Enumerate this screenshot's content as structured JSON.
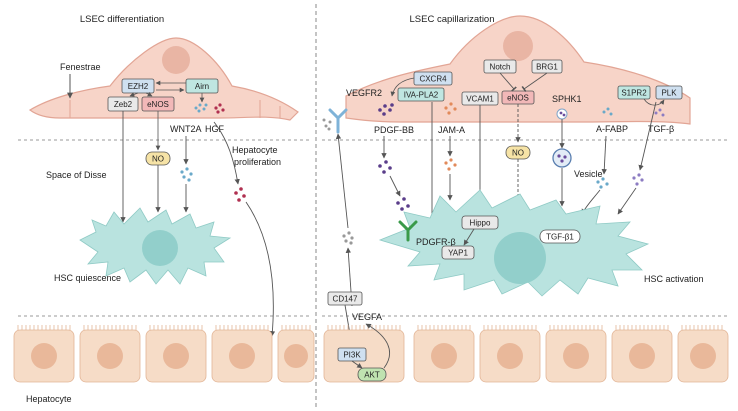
{
  "panels": {
    "left_title": "LSEC differentiation",
    "right_title": "LSEC capillarization"
  },
  "labels": {
    "fenestrae": "Fenestrae",
    "space_of_disse": "Space of Disse",
    "hsc_quiescence": "HSC quiescence",
    "hsc_activation": "HSC activation",
    "hepatocyte": "Hepatocyte",
    "hepatocyte_proliferation_1": "Hepatocyte",
    "hepatocyte_proliferation_2": "proliferation",
    "wnt2a": "WNT2A",
    "hgf": "HGF",
    "vegfr2": "VEGFR2",
    "pdgf_bb": "PDGF-BB",
    "jam_a": "JAM-A",
    "sphk1": "SPHK1",
    "a_fabp": "A-FABP",
    "tgf_beta": "TGF-β",
    "vesicle": "Vesicle",
    "pdgfr_beta": "PDGFR-β",
    "vegfa": "VEGFA"
  },
  "boxes": {
    "ezh2": "EZH2",
    "airn": "Airn",
    "zeb2": "Zeb2",
    "enos_left": "eNOS",
    "no_left": "NO",
    "cxcr4": "CXCR4",
    "iva_pla2": "IVA-PLA2",
    "vcam1": "VCAM1",
    "notch": "Notch",
    "brg1": "BRG1",
    "enos_right": "eNOS",
    "s1pr2": "S1PR2",
    "plk": "PLK",
    "no_right": "NO",
    "hippo": "Hippo",
    "yap1": "YAP1",
    "tgf_beta1": "TGF-β1",
    "cd147": "CD147",
    "pi3k": "PI3K",
    "akt": "AKT"
  },
  "colors": {
    "lsec_fill": "#f7d4c8",
    "lsec_stroke": "#e2a595",
    "nucleus": "#e9b5a4",
    "hsc_fill": "#b9e3df",
    "hsc_nucleus": "#92cfcb",
    "hepatocyte_fill": "#f6dcc7",
    "hepatocyte_nucleus": "#e9b89a",
    "box_blue": "#cfe0f0",
    "box_teal": "#bfe6e1",
    "box_red": "#f2b8b8",
    "box_yellow": "#f6e3a6",
    "box_green": "#bfe3b0",
    "box_gray": "#e9e9e9",
    "arrow": "#555555"
  }
}
